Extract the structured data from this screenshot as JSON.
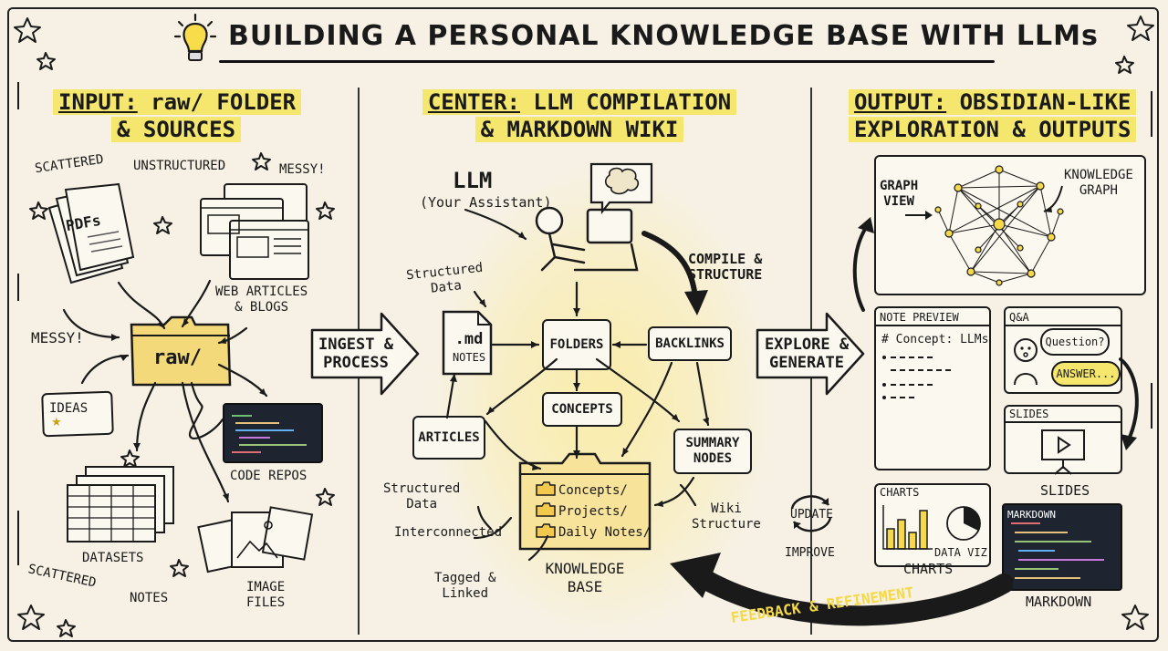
{
  "title": "BUILDING A PERSONAL KNOWLEDGE BASE WITH LLMs",
  "input": {
    "heading_a": "INPUT:",
    "heading_b": " raw/ FOLDER",
    "heading_c": "& SOURCES",
    "scattered_top": "SCATTERED",
    "unstructured": "UNSTRUCTURED",
    "messy_top": "MESSY!",
    "pdfs": "PDFs",
    "web_articles": "WEB ARTICLES",
    "blogs": "& BLOGS",
    "messy_left": "MESSY!",
    "raw_folder": "raw/",
    "ideas": "IDEAS",
    "code_repos": "CODE REPOS",
    "datasets": "DATASETS",
    "scattered_bottom": "SCATTERED",
    "notes": "NOTES",
    "image_files_1": "IMAGE",
    "image_files_2": "FILES"
  },
  "center": {
    "heading_a": "CENTER:",
    "heading_b": " LLM COMPILATION",
    "heading_c": "& MARKDOWN WIKI",
    "llm": "LLM",
    "llm_sub": "(Your Assistant)",
    "compile_1": "COMPILE &",
    "compile_2": "STRUCTURE",
    "ingest_1": "INGEST &",
    "ingest_2": "PROCESS",
    "structured_data_top_1": "Structured",
    "structured_data_top_2": "Data",
    "md_notes_1": ".md",
    "md_notes_2": "NOTES",
    "folders": "FOLDERS",
    "backlinks": "BACKLINKS",
    "concepts": "CONCEPTS",
    "articles": "ARTICLES",
    "summary_1": "SUMMARY",
    "summary_2": "NODES",
    "structured_data_bottom_1": "Structured",
    "structured_data_bottom_2": "Data",
    "interconnected": "Interconnected",
    "tagged_1": "Tagged &",
    "tagged_2": "Linked",
    "kb_items": [
      "Concepts/",
      "Projects/",
      "Daily Notes/"
    ],
    "kb_1": "KNOWLEDGE",
    "kb_2": "BASE",
    "wiki_1": "Wiki",
    "wiki_2": "Structure"
  },
  "output": {
    "heading_a": "OUTPUT:",
    "heading_b": " OBSIDIAN-LIKE",
    "heading_c": "EXPLORATION & OUTPUTS",
    "graph_view_1": "GRAPH",
    "graph_view_2": "VIEW",
    "knowledge_graph_1": "KNOWLEDGE",
    "knowledge_graph_2": "GRAPH",
    "explore_1": "EXPLORE &",
    "explore_2": "GENERATE",
    "note_preview": "NOTE PREVIEW",
    "note_heading": "# Concept: LLMs",
    "qa": "Q&A",
    "question": "Question?",
    "answer": "ANSWER...",
    "slides_title": "SLIDES",
    "slides_label": "SLIDES",
    "charts_title": "CHARTS",
    "data_viz": "DATA VIZ",
    "charts_label": "CHARTS",
    "markdown_title": "MARKDOWN",
    "markdown_label": "MARKDOWN",
    "update": "UPDATE",
    "improve": "IMPROVE",
    "feedback": "FEEDBACK & REFINEMENT"
  },
  "colors": {
    "highlight": "#f5e76d",
    "glow": "#fde878",
    "paper": "#f6f1e4",
    "ink": "#1a1a1a"
  }
}
